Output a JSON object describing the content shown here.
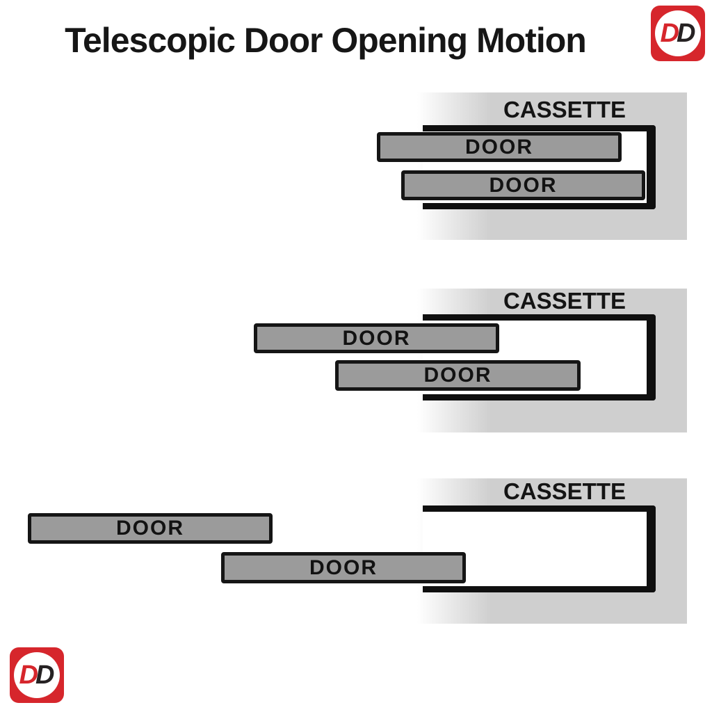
{
  "title": "Telescopic Door Opening Motion",
  "logo": {
    "letters": [
      "D",
      "D"
    ],
    "red": "#d6262c",
    "dark": "#262223"
  },
  "colors": {
    "panel_gray": "#cfcfcf",
    "door_fill": "#9b9b9b",
    "door_border": "#151515",
    "outline_black": "#0f0f0f",
    "logo_red": "#d6262c",
    "logo_dark": "#262223",
    "text_black": "#161616"
  },
  "sections": [
    {
      "stage": "closed",
      "cassette_label": "CASSETTE",
      "doors": [
        "DOOR",
        "DOOR"
      ]
    },
    {
      "stage": "half-open",
      "cassette_label": "CASSETTE",
      "doors": [
        "DOOR",
        "DOOR"
      ]
    },
    {
      "stage": "open",
      "cassette_label": "CASSETTE",
      "doors": [
        "DOOR",
        "DOOR"
      ]
    }
  ]
}
